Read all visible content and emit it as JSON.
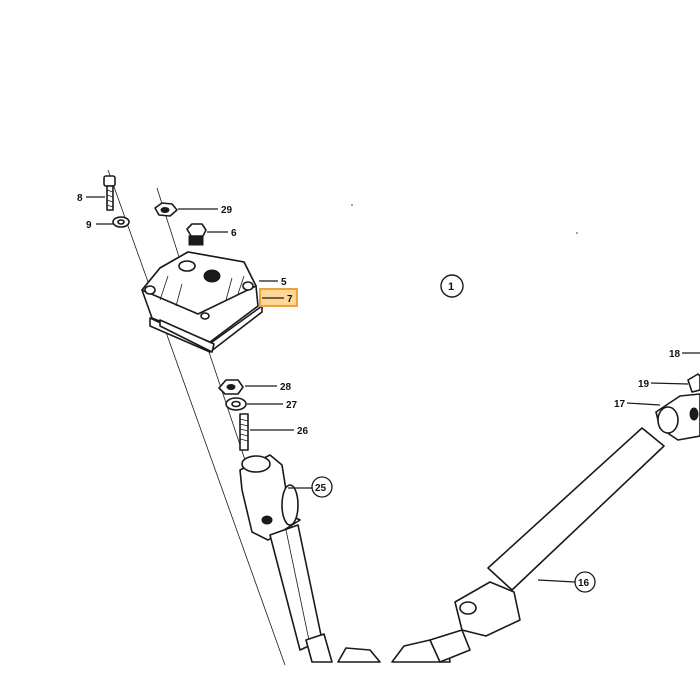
{
  "diagram": {
    "section_callout": "1",
    "highlight_color": "#f0a030",
    "part_labels": {
      "p8": "8",
      "p9": "9",
      "p29": "29",
      "p6": "6",
      "p5": "5",
      "p7": "7",
      "p28": "28",
      "p27": "27",
      "p26": "26",
      "p25": "25",
      "p18": "18",
      "p19": "19",
      "p17": "17",
      "p16": "16"
    },
    "highlighted_part": "7"
  }
}
